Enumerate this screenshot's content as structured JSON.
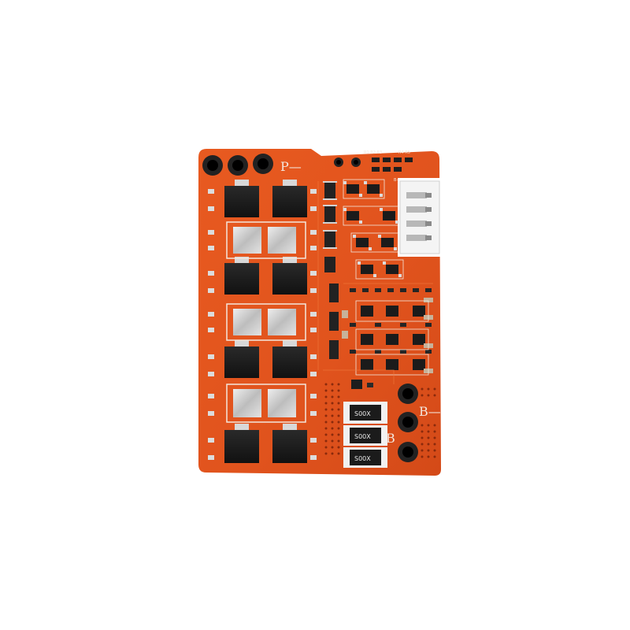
{
  "board": {
    "colors": {
      "background": "#ffffff",
      "pcb": "#e0531d",
      "pcb_light": "#f06a2c",
      "pcb_shadow": "#c8441a",
      "pad": "#d9d9d9",
      "mosfet": "#1c1c1c",
      "silkscreen": "#f3e6dc"
    },
    "labels": {
      "p_minus": "P—",
      "b_minus": "B—",
      "b_mid": "B",
      "b_plus": "B+"
    },
    "shunts": [
      "S00X",
      "S00X",
      "S00X"
    ]
  }
}
